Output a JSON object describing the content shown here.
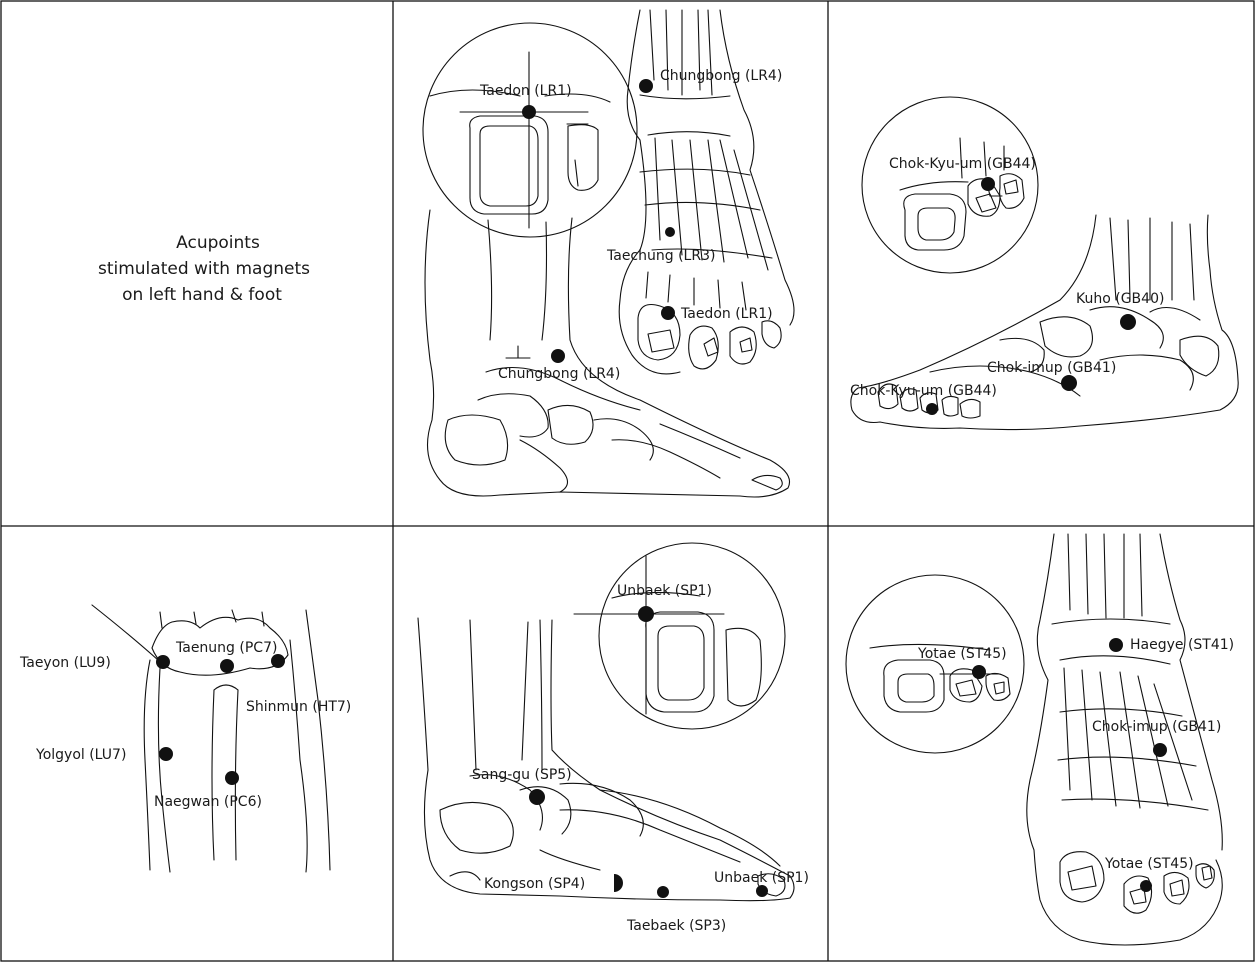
{
  "title_lines": [
    "Acupoints",
    "stimulated with magnets",
    "on left hand & foot"
  ],
  "panels": {
    "liver": {
      "labels": {
        "lr1_inset": "Taedon (LR1)",
        "lr4_top": "Chungbong (LR4)",
        "lr3": "Taechung (LR3)",
        "lr1_foot": "Taedon (LR1)",
        "lr4_ankle": "Chungbong (LR4)"
      }
    },
    "gallbladder": {
      "labels": {
        "gb44_inset": "Chok-Kyu-um (GB44)",
        "gb40": "Kuho (GB40)",
        "gb41": "Chok-imup (GB41)",
        "gb44_foot": "Chok-Kyu-um (GB44)"
      }
    },
    "hand": {
      "labels": {
        "lu9": "Taeyon (LU9)",
        "pc7": "Taenung (PC7)",
        "ht7": "Shinmun (HT7)",
        "lu7": "Yolgyol (LU7)",
        "pc6": "Naegwan (PC6)"
      }
    },
    "spleen": {
      "labels": {
        "sp1_inset": "Unbaek (SP1)",
        "sp5": "Sang-gu (SP5)",
        "sp4": "Kongson (SP4)",
        "sp1_foot": "Unbaek (SP1)",
        "sp3": "Taebaek (SP3)"
      }
    },
    "stomach": {
      "labels": {
        "st45_inset": "Yotae (ST45)",
        "st41": "Haegye (ST41)",
        "gb41": "Chok-imup (GB41)",
        "st45_foot": "Yotae (ST45)"
      }
    }
  }
}
